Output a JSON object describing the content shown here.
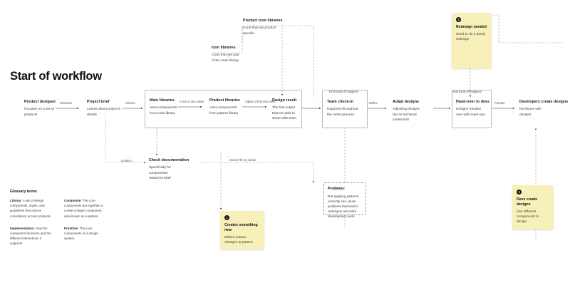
{
  "page": {
    "title": "Start of workflow",
    "canvas_bg": "#ffffff",
    "sticky_color": "#f7f0b8",
    "dot_color": "#d8d8d8"
  },
  "nodes": [
    {
      "id": "product-designer",
      "title": "Product designer",
      "desc": "Focuses on a set of products"
    },
    {
      "id": "project-brief",
      "title": "Project brief",
      "desc": "Learns about project's details"
    },
    {
      "id": "main-libraries",
      "title": "Main libraries",
      "desc": "Uses components from main library"
    },
    {
      "id": "product-libraries",
      "title": "Product libraries",
      "desc": "Uses components from pattern library"
    },
    {
      "id": "design-result",
      "title": "Design result",
      "desc": "The first output that sre able to share with team"
    },
    {
      "id": "team-check-in",
      "title": "Team check-in",
      "desc": "Happens throughout the entire process"
    },
    {
      "id": "adapt-designs",
      "title": "Adapt designs",
      "desc": "Adjusting designs due to technical constraints"
    },
    {
      "id": "hand-over-to-devs",
      "title": "Hand-over to devs",
      "desc": "Designs handed over with mark-ups"
    },
    {
      "id": "developers-create-designs",
      "title": "Developers create designs",
      "desc": "No issues with designs"
    },
    {
      "id": "product-icon-libraries",
      "title": "Product icon libraries",
      "desc": "Icons that are product specific"
    },
    {
      "id": "icon-libraries",
      "title": "Icon libraries",
      "desc": "Icons that are part of the main library"
    },
    {
      "id": "check-documentation",
      "title": "Check documentation",
      "desc": "Specifically for components related to brief"
    }
  ],
  "edge_labels": [
    {
      "id": "receives",
      "text": "Receives"
    },
    {
      "id": "checks",
      "text": "Checks"
    },
    {
      "id": "a-mix-of-use-cases",
      "text": "A mix of use cases"
    },
    {
      "id": "adjust-or-find-new-ones",
      "text": "Adjust or find new ones"
    },
    {
      "id": "first-hand-off-happens",
      "text": "First hand-off happens"
    },
    {
      "id": "refine",
      "text": "Refine"
    },
    {
      "id": "final-hand-off-happens",
      "text": "Final hand-off happens"
    },
    {
      "id": "prepare",
      "text": "Prepare"
    },
    {
      "id": "leads-to",
      "text": "Leads to"
    },
    {
      "id": "doesnt-fit-my-needs",
      "text": "Doesn't fit my needs"
    }
  ],
  "stickies": [
    {
      "id": "redesign-needed",
      "badge": "2",
      "title": "Redesign needed",
      "desc": "Need to do a timely redesign"
    },
    {
      "id": "creates-something-new",
      "badge": "1",
      "title": "Creates something new",
      "desc": "Makes custom changes to pattern"
    },
    {
      "id": "devs-create-designs",
      "badge": "3",
      "title": "Devs create designs",
      "desc": "Use different components to design"
    }
  ],
  "problems": {
    "title": "Problems:",
    "desc": "Not applying patterns correctly can cause problems that lead to redesigns and extra development work."
  },
  "glossary": {
    "heading": "Glossary terms",
    "items": [
      {
        "term": "Library:",
        "definition": "A set of design components, styles, and guidelines that ensure consistency across products."
      },
      {
        "term": "Composite:",
        "definition": "The core components put together to create a larger component, also known as a pattern."
      },
      {
        "term": "Implementation:",
        "definition": "How the component functions and the different interactions it supports."
      },
      {
        "term": "Primitive:",
        "definition": "The core components of a design system."
      }
    ]
  }
}
